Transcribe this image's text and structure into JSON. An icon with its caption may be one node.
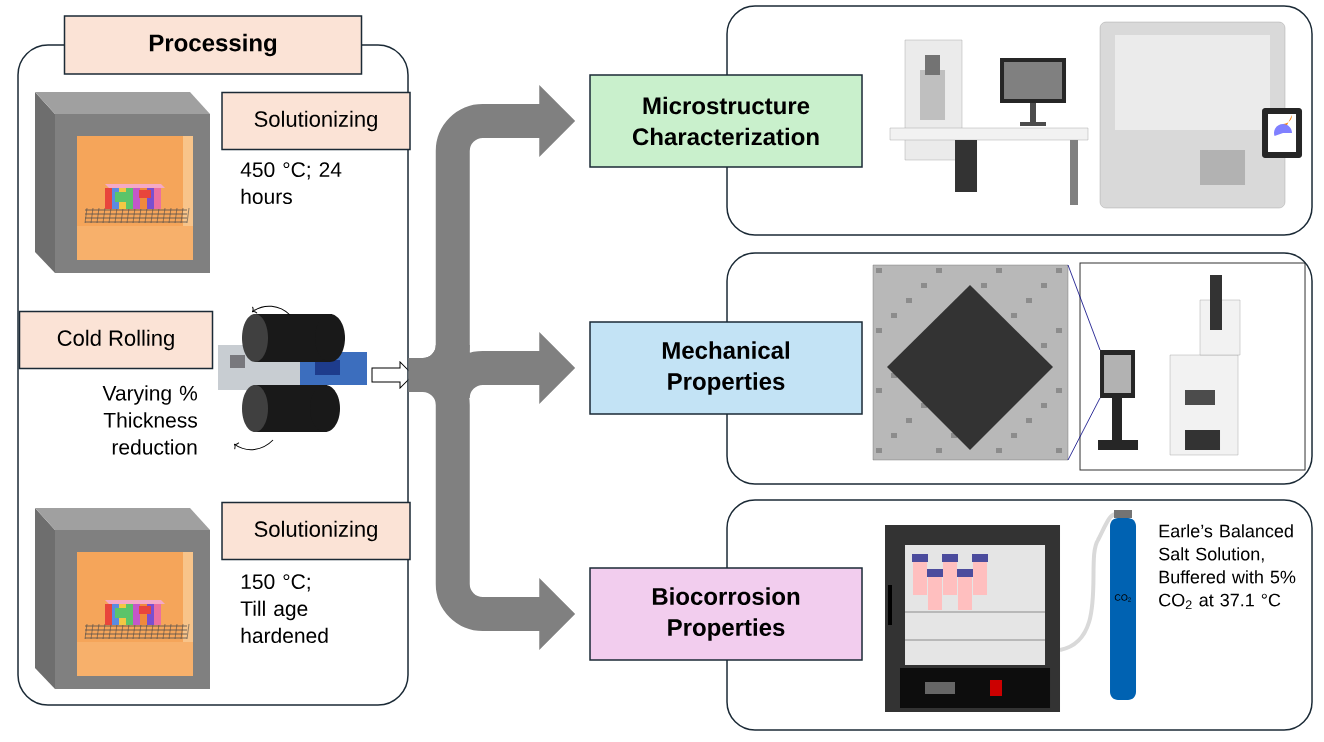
{
  "diagram": {
    "nodes": [
      {
        "text": [
          "Processing"
        ]
      },
      {
        "text": [
          "Solutionizing"
        ],
        "in": 0,
        "beside": [
          "450 °C; 24 hours"
        ]
      },
      {
        "text": [
          "Cold Rolling"
        ],
        "in": 0,
        "beside": [
          "Varying % Thickness reduction"
        ]
      },
      {
        "text": [
          "Solutionizing"
        ],
        "in": 0,
        "beside": [
          "150 °C; Till age hardened"
        ]
      },
      {
        "text": [
          "Microstructure Characterization"
        ]
      },
      {
        "text": [
          "Mechanical Properties"
        ]
      },
      {
        "text": [
          "Biocorrosion Properties",
          "Earle’s Balanced Salt Solution, Buffered with 5% CO$_{2}$ at 37.1 °C"
        ]
      }
    ],
    "edges": [
      {
        "from": 0,
        "to": 4,
        "arrow": "to"
      },
      {
        "from": 0,
        "to": 5,
        "arrow": "to"
      },
      {
        "from": 0,
        "to": 6,
        "arrow": "to"
      }
    ],
    "labels": [
      "CO$_{2}$"
    ]
  }
}
